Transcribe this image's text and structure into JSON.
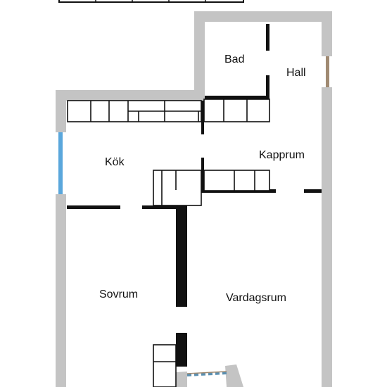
{
  "rooms": {
    "bad": "Bad",
    "hall": "Hall",
    "kok": "Kök",
    "kapprum": "Kapprum",
    "sovrum": "Sovrum",
    "vardagsrum": "Vardagsrum"
  },
  "colors": {
    "outer_wall": "#c4c4c4",
    "inner_wall": "#111111",
    "window": "#5aa7dc",
    "door": "#a08a72",
    "background": "#ffffff"
  }
}
